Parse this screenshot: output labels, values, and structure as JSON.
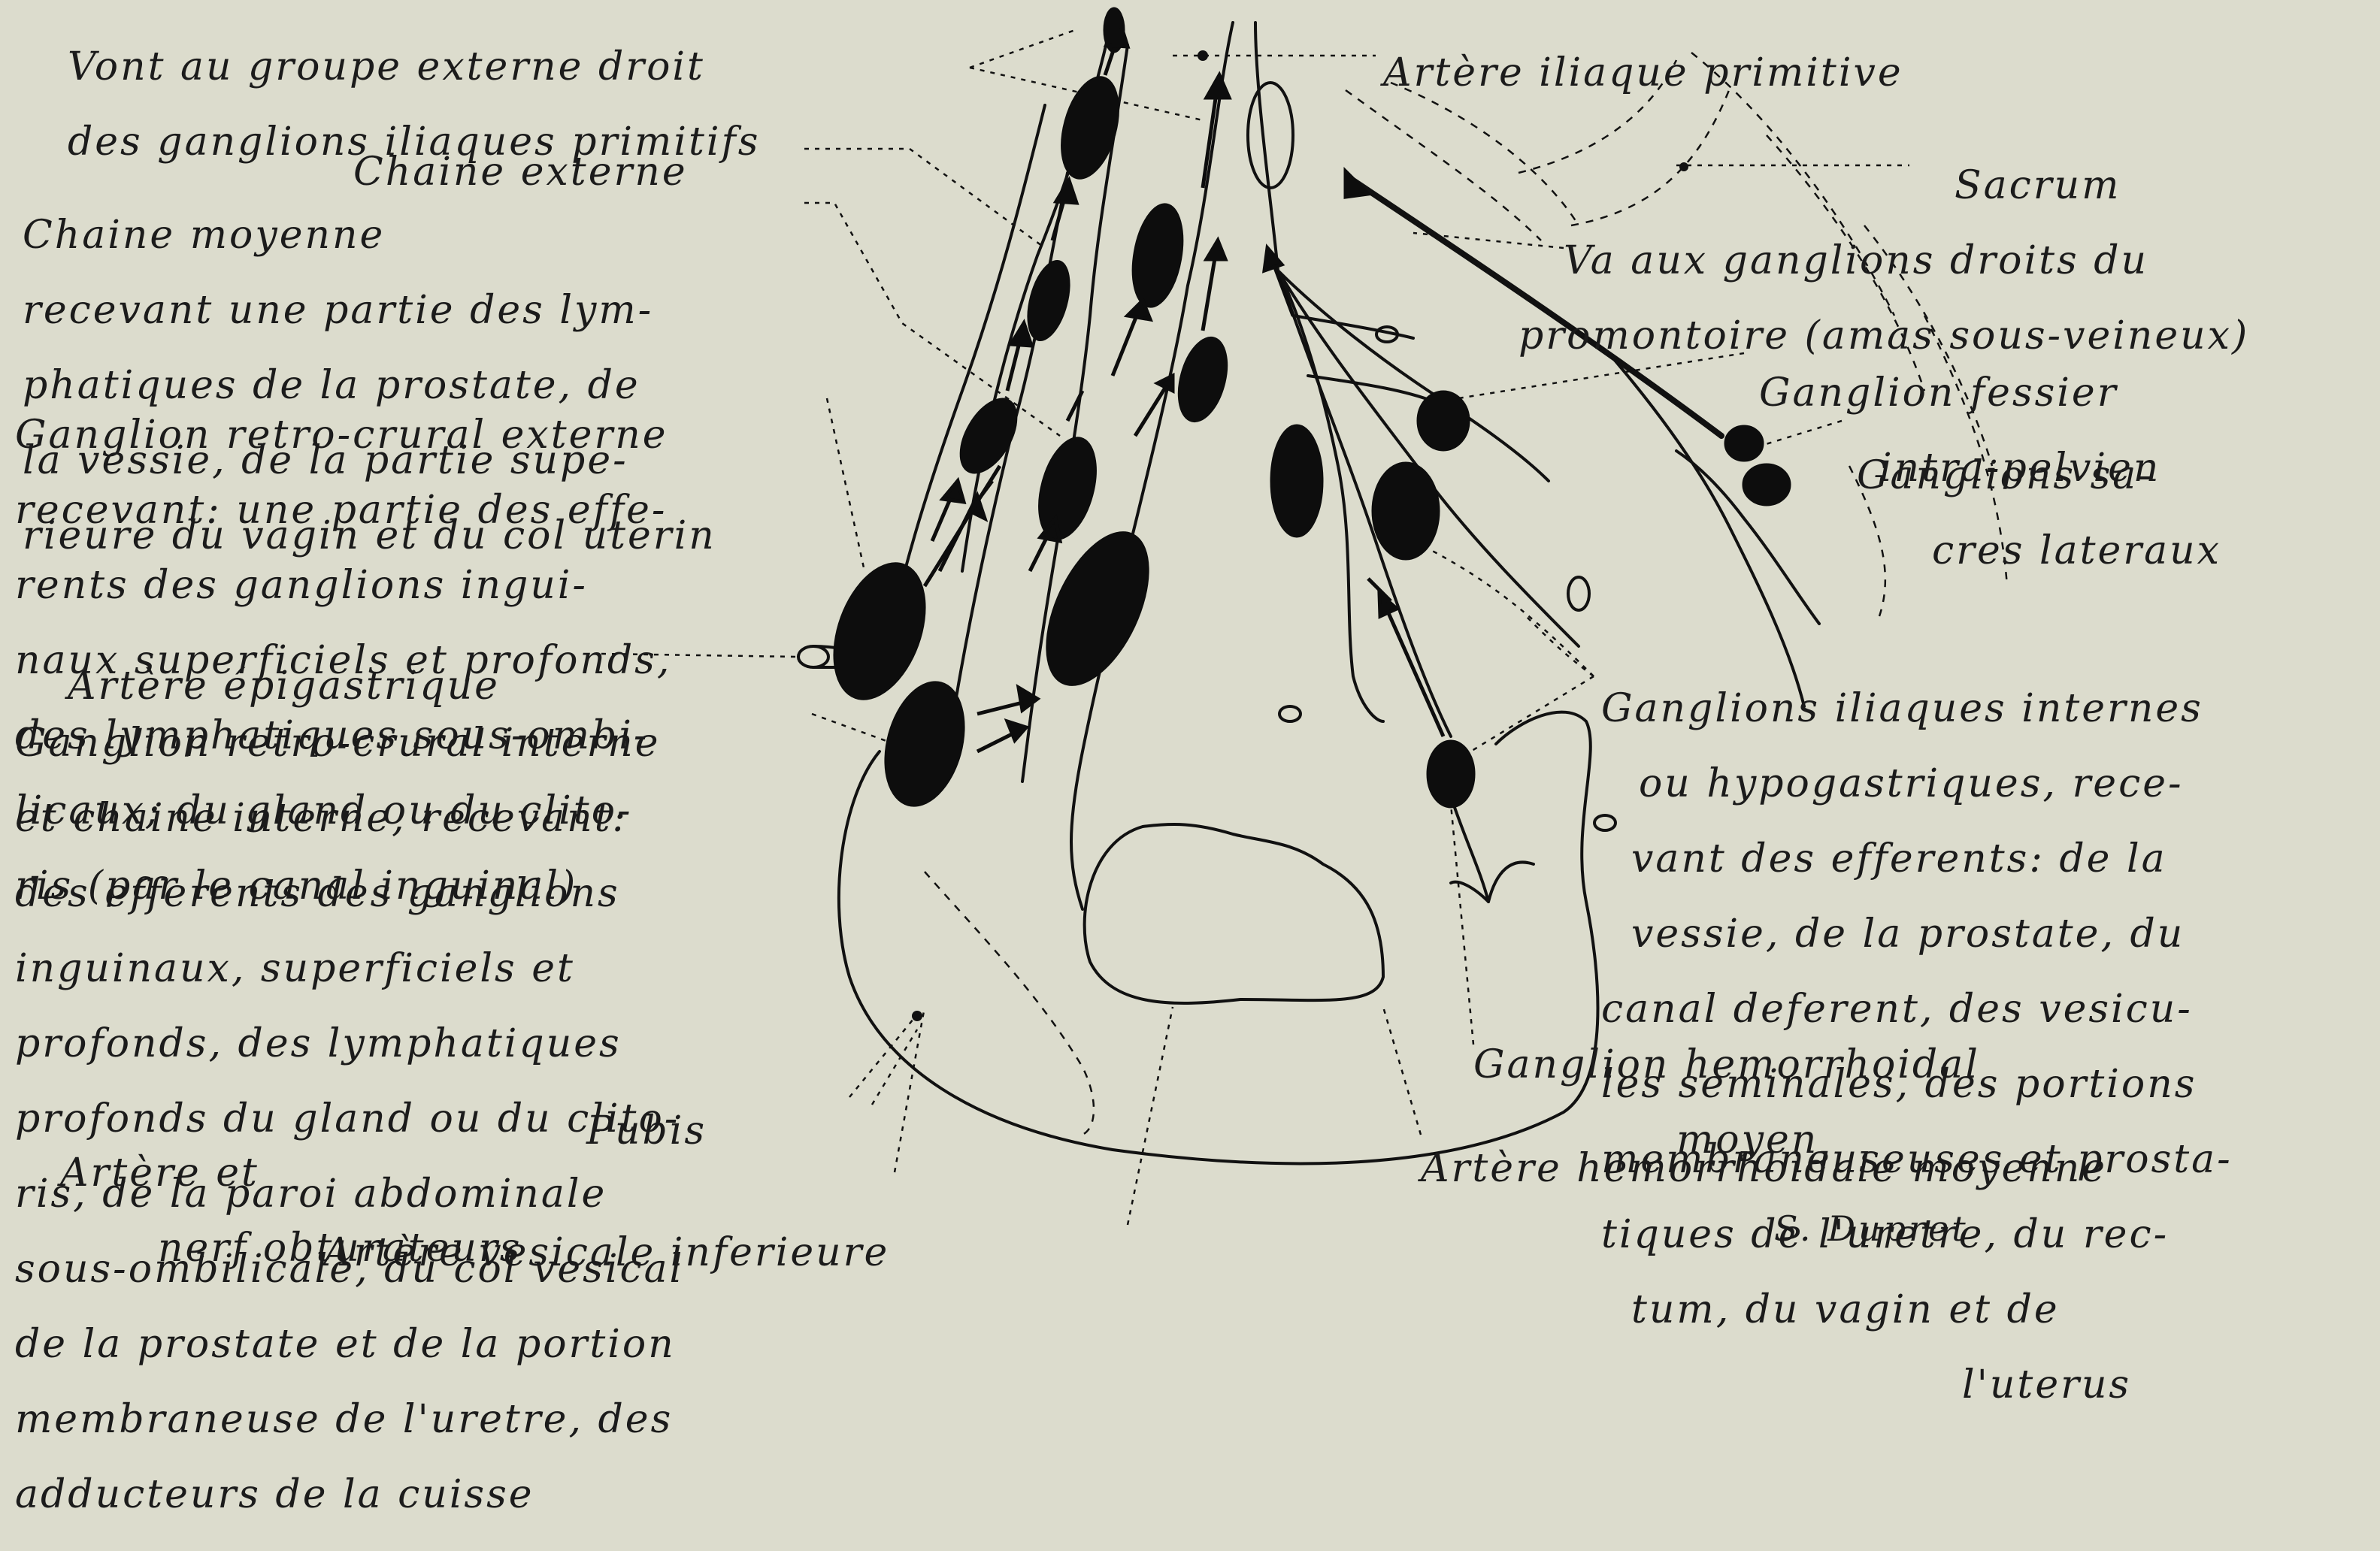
{
  "labels": {
    "vont_groupe_externe": [
      "Vont au groupe externe droit",
      "des ganglions iliaques primitifs"
    ],
    "chaine_externe": [
      "Chaine externe"
    ],
    "chaine_moyenne": [
      "Chaine moyenne",
      "recevant une partie des lym-",
      "phatiques de la prostate, de",
      "la vessie, de la partie supe-",
      "rieure du vagin et du col uterin"
    ],
    "ganglion_retro_crural_externe": [
      "Ganglion retro-crural externe",
      "recevant: une partie des effe-",
      "rents des ganglions ingui-",
      "naux superficiels et profonds,",
      "des lymphatiques sous-ombi-",
      "licaux; du gland ou du clito-",
      "ris (par le canal inguinal)"
    ],
    "artere_epigastrique": [
      "Artère épigastrique"
    ],
    "ganglion_retro_crural_interne": [
      "Ganglion retro-crural interne",
      "et chaine interne, recevant:",
      "des efferents des ganglions",
      "inguinaux, superficiels et",
      "profonds, des lymphatiques",
      "profonds du gland ou du clito-",
      "ris, de la paroi abdominale",
      "sous-ombilicale, du col vesical",
      "de la prostate et de la portion",
      "membraneuse de l'uretre, des",
      "adducteurs de la cuisse"
    ],
    "pubis": [
      "Pubis"
    ],
    "artere_nerf_obturateurs": [
      "Artère et",
      "nerf obturateurs"
    ],
    "artere_vesicale_inferieure": [
      "Artère vesicale inferieure"
    ],
    "artere_iliaque_primitive": [
      "Artère iliaque primitive"
    ],
    "sacrum": [
      "Sacrum"
    ],
    "va_aux_ganglions": [
      "Va aux ganglions droits du",
      "promontoire (amas sous-veineux)"
    ],
    "ganglion_fessier": [
      "Ganglion fessier",
      "intra-pelvien"
    ],
    "ganglions_sacres": [
      "Ganglions sa-",
      "cres lateraux"
    ],
    "ganglions_iliaques_internes": [
      "Ganglions iliaques internes",
      "ou hypogastriques, rece-",
      "vant des efferents: de la",
      "vessie, de la prostate, du",
      "canal deferent, des vesicu-",
      "les seminales, des portions",
      "membraneuseuses et prosta-",
      "tiques de l'uretre, du rec-",
      "tum, du vagin et de",
      "l'uterus"
    ],
    "ganglion_hemorrhoidal": [
      "Ganglion hemorrhoidal",
      "moyen"
    ],
    "artere_hemorrhoidale": [
      "Artère hemorrhoidale moyenne"
    ],
    "signature": [
      "S. Dupret"
    ]
  },
  "colors": {
    "background": "#dcdccd",
    "ink": "#111111"
  }
}
